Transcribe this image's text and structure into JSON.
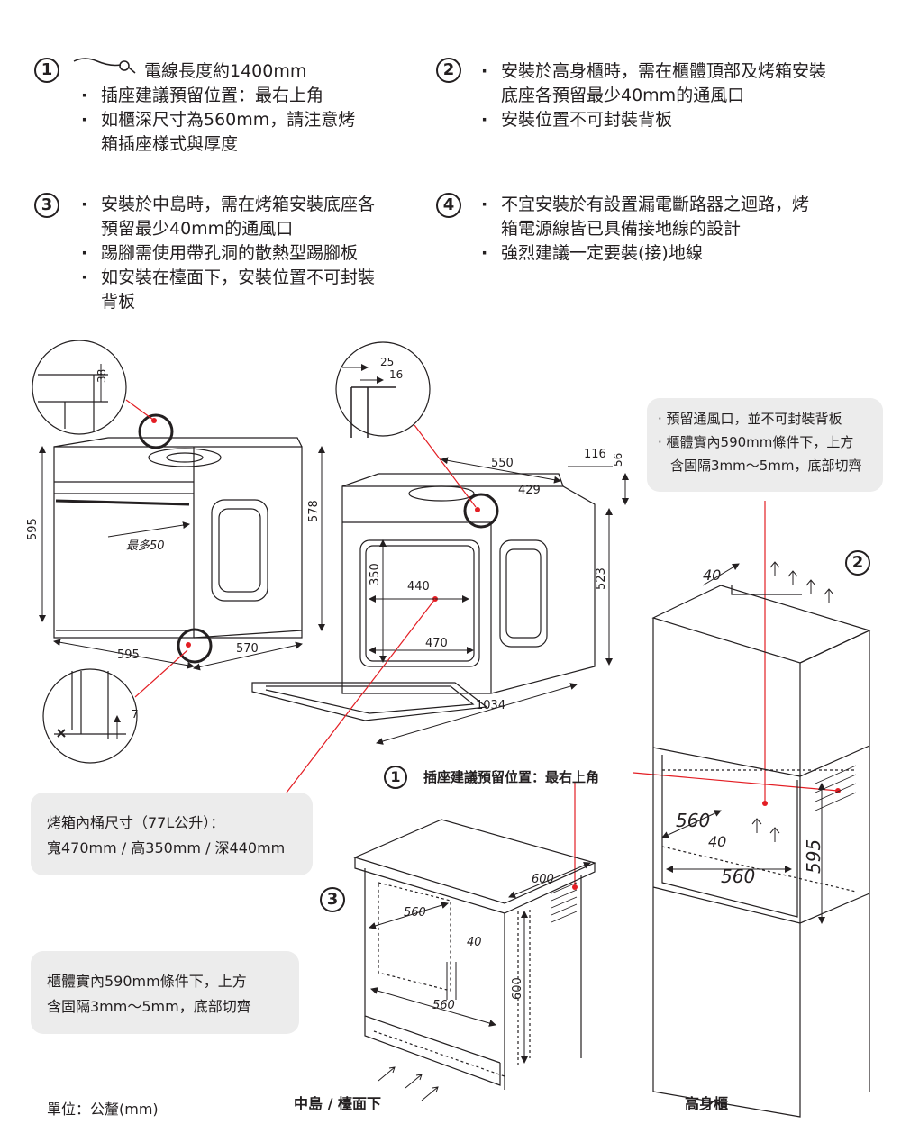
{
  "notes": [
    {
      "num": "1",
      "lead": "電線長度約1400mm",
      "items": [
        "插座建議預留位置：最右上角",
        "如櫃深尺寸為560mm，請注意烤",
        "箱插座樣式與厚度"
      ]
    },
    {
      "num": "2",
      "items": [
        "安裝於高身櫃時，需在櫃體頂部及烤箱安裝",
        "底座各預留最少40mm的通風口",
        "安裝位置不可封裝背板"
      ]
    },
    {
      "num": "3",
      "items": [
        "安裝於中島時，需在烤箱安裝底座各",
        "預留最少40mm的通風口",
        "踢腳需使用帶孔洞的散熱型踢腳板",
        "如安裝在檯面下，安裝位置不可封裝",
        "背板"
      ]
    },
    {
      "num": "4",
      "items": [
        "不宜安裝於有設置漏電斷路器之迴路，烤",
        "箱電源線皆已具備接地線的設計",
        "強烈建議一定要裝(接)地線"
      ]
    }
  ],
  "tall_box": {
    "line1": "預留通風口，並不可封裝背板",
    "line2": "櫃體實內590mm條件下，上方",
    "line3": "含固隔3mm～5mm，底部切齊"
  },
  "cavity_box": {
    "line1": "烤箱內桶尺寸（77L公升）：",
    "line2": "寬470mm / 高350mm / 深440mm"
  },
  "cabinet_box": {
    "line1": "櫃體實內590mm條件下，上方",
    "line2": "含固隔3mm～5mm，底部切齊"
  },
  "socket_label": {
    "num": "1",
    "text": "插座建議預留位置：最右上角"
  },
  "island_num": "3",
  "tall_num": "2",
  "dims": {
    "d38": "38",
    "d25": "25",
    "d16": "16",
    "d595v": "595",
    "d578": "578",
    "max50": "最多50",
    "d595h": "595",
    "d570": "570",
    "d7": "7",
    "d550": "550",
    "d429": "429",
    "d116": "116",
    "d56": "56",
    "d350": "350",
    "d440": "440",
    "d470": "470",
    "d523": "523",
    "d1034": "1034",
    "t40a": "40",
    "t560a": "560",
    "t40b": "40",
    "t560b": "560",
    "t595": "595",
    "i600a": "600",
    "i560a": "560",
    "i40": "40",
    "i560b": "560",
    "i600v": "600"
  },
  "footer": {
    "unit": "單位：公釐(mm)",
    "island": "中島 / 檯面下",
    "tall": "高身櫃"
  }
}
